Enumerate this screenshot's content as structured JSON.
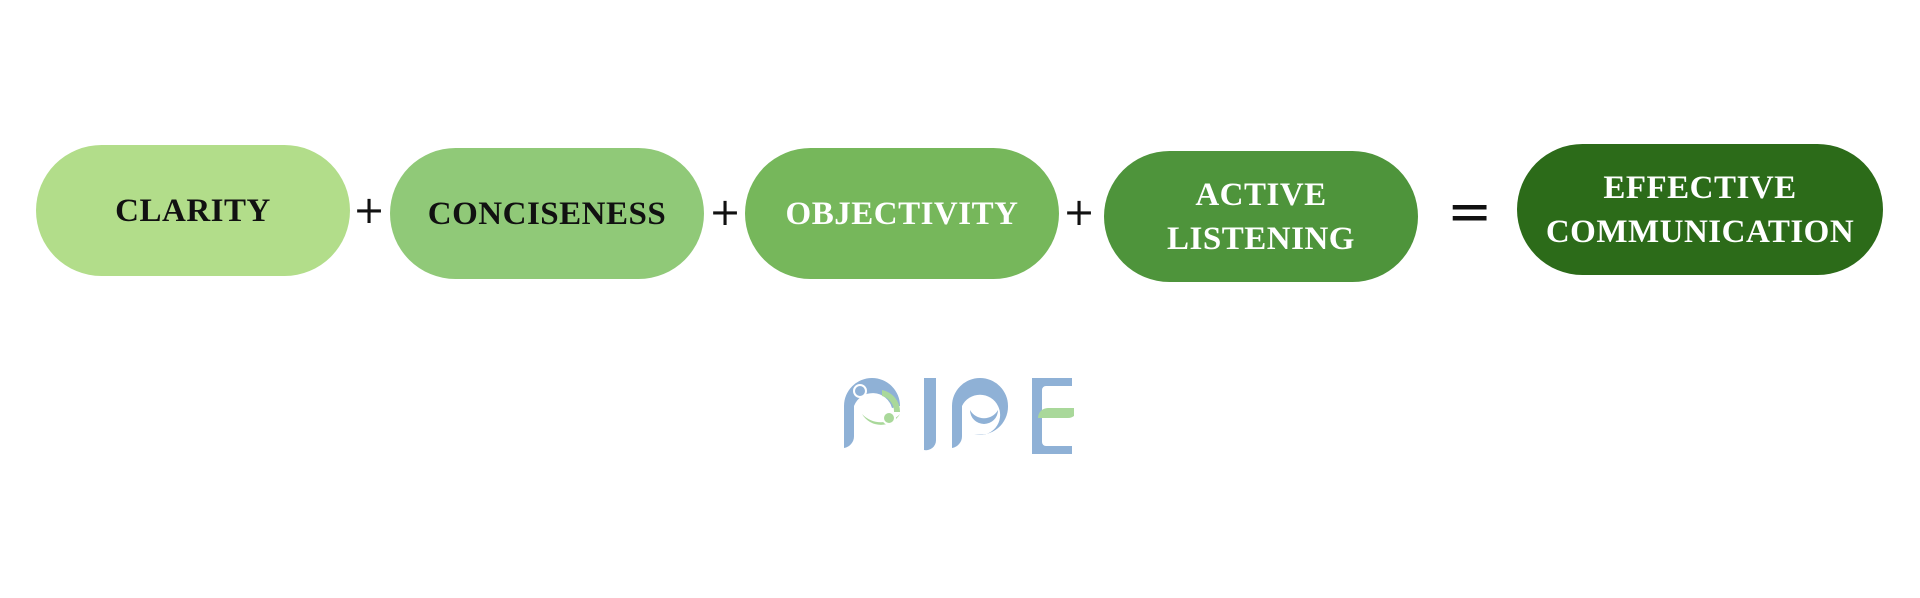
{
  "diagram": {
    "terms": [
      {
        "label": "CLARITY",
        "fill": "#b2dd8a",
        "text_color": "#111111"
      },
      {
        "label": "CONCISENESS",
        "fill": "#90c978",
        "text_color": "#111111"
      },
      {
        "label": "OBJECTIVITY",
        "fill": "#76b75b",
        "text_color": "#ffffff"
      },
      {
        "label": "ACTIVE\nLISTENING",
        "fill": "#4e943b",
        "text_color": "#ffffff"
      }
    ],
    "operators": [
      "+",
      "+",
      "+",
      "="
    ],
    "result": {
      "label": "EFFECTIVE\nCOMMUNICATION",
      "fill": "#2c6b19",
      "text_color": "#ffffff"
    }
  },
  "logo": {
    "text": "PIPE",
    "primary_color": "#8fb1d6",
    "accent_color": "#a9d89a"
  }
}
